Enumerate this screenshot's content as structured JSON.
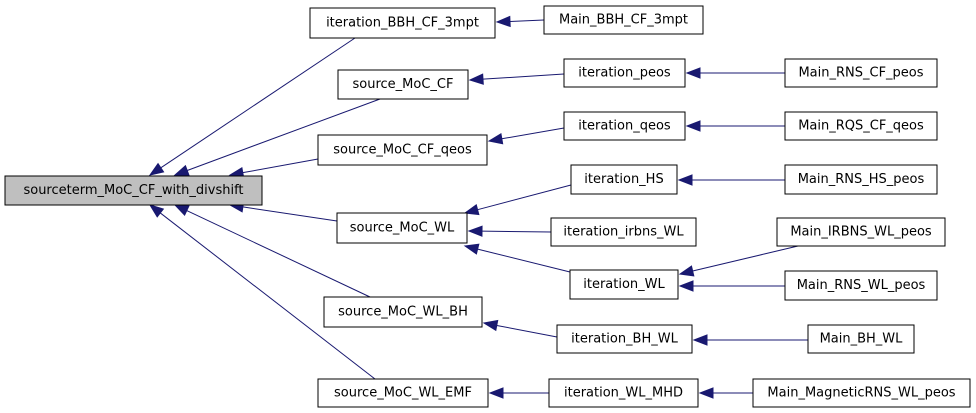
{
  "graph": {
    "root": "sourceterm_MoC_CF_with_divshift",
    "nodes": [
      {
        "id": "n0",
        "label": "sourceterm_MoC_CF_with_divshift",
        "highlight": true
      },
      {
        "id": "n1",
        "label": "iteration_BBH_CF_3mpt"
      },
      {
        "id": "n2",
        "label": "Main_BBH_CF_3mpt"
      },
      {
        "id": "n3",
        "label": "source_MoC_CF"
      },
      {
        "id": "n4",
        "label": "iteration_peos"
      },
      {
        "id": "n5",
        "label": "Main_RNS_CF_peos"
      },
      {
        "id": "n6",
        "label": "source_MoC_CF_qeos"
      },
      {
        "id": "n7",
        "label": "iteration_qeos"
      },
      {
        "id": "n8",
        "label": "Main_RQS_CF_qeos"
      },
      {
        "id": "n9",
        "label": "iteration_HS"
      },
      {
        "id": "n10",
        "label": "Main_RNS_HS_peos"
      },
      {
        "id": "n11",
        "label": "source_MoC_WL"
      },
      {
        "id": "n12",
        "label": "iteration_irbns_WL"
      },
      {
        "id": "n13",
        "label": "Main_IRBNS_WL_peos"
      },
      {
        "id": "n14",
        "label": "iteration_WL"
      },
      {
        "id": "n15",
        "label": "Main_RNS_WL_peos"
      },
      {
        "id": "n16",
        "label": "source_MoC_WL_BH"
      },
      {
        "id": "n17",
        "label": "iteration_BH_WL"
      },
      {
        "id": "n18",
        "label": "Main_BH_WL"
      },
      {
        "id": "n19",
        "label": "source_MoC_WL_EMF"
      },
      {
        "id": "n20",
        "label": "iteration_WL_MHD"
      },
      {
        "id": "n21",
        "label": "Main_MagneticRNS_WL_peos"
      }
    ],
    "edges": [
      {
        "from": "n1",
        "to": "n0"
      },
      {
        "from": "n3",
        "to": "n0"
      },
      {
        "from": "n6",
        "to": "n0"
      },
      {
        "from": "n11",
        "to": "n0"
      },
      {
        "from": "n16",
        "to": "n0"
      },
      {
        "from": "n19",
        "to": "n0"
      },
      {
        "from": "n2",
        "to": "n1"
      },
      {
        "from": "n4",
        "to": "n3"
      },
      {
        "from": "n5",
        "to": "n4"
      },
      {
        "from": "n7",
        "to": "n6"
      },
      {
        "from": "n8",
        "to": "n7"
      },
      {
        "from": "n9",
        "to": "n11"
      },
      {
        "from": "n12",
        "to": "n11"
      },
      {
        "from": "n14",
        "to": "n11"
      },
      {
        "from": "n10",
        "to": "n9"
      },
      {
        "from": "n13",
        "to": "n14"
      },
      {
        "from": "n15",
        "to": "n14"
      },
      {
        "from": "n17",
        "to": "n16"
      },
      {
        "from": "n18",
        "to": "n17"
      },
      {
        "from": "n20",
        "to": "n19"
      },
      {
        "from": "n21",
        "to": "n20"
      }
    ]
  }
}
